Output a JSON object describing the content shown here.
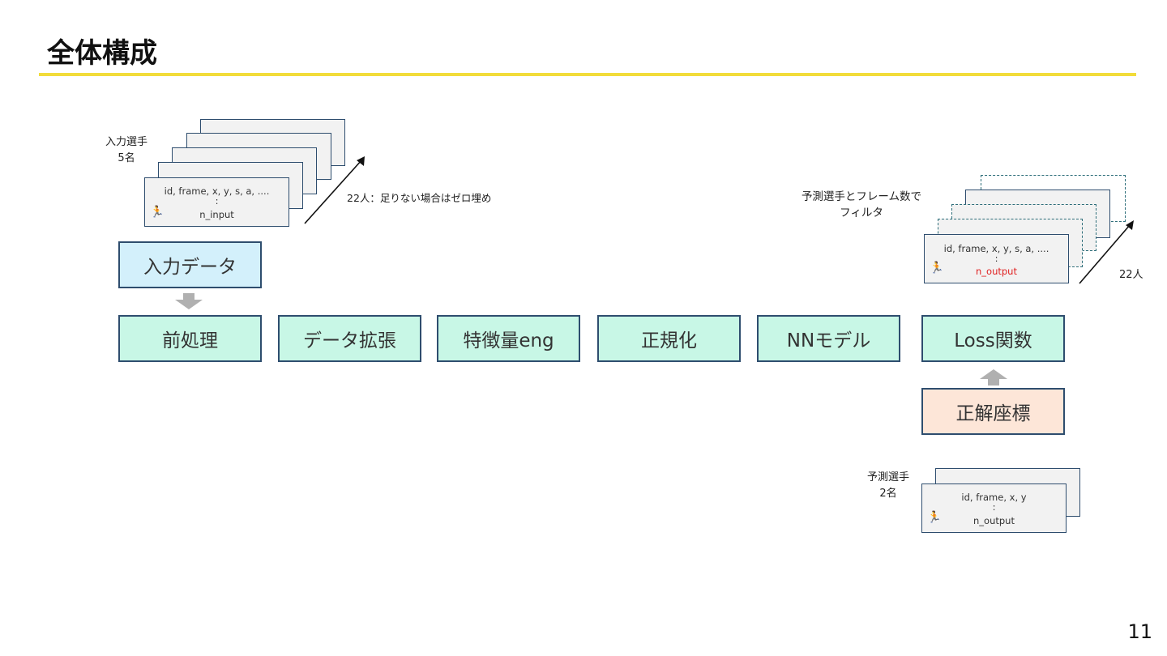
{
  "slide": {
    "title": "全体構成",
    "page_number": "11"
  },
  "pipeline": [
    {
      "label": "前処理"
    },
    {
      "label": "データ拡張"
    },
    {
      "label": "特徴量eng"
    },
    {
      "label": "正規化"
    },
    {
      "label": "NNモデル"
    },
    {
      "label": "Loss関数"
    }
  ],
  "input_data": {
    "box_label": "入力データ",
    "players_label_line1": "入力選手",
    "players_label_line2": "5名",
    "card_line1": "id, frame, x, y, s, a, ....",
    "card_line2": ":",
    "card_line3": "n_input",
    "annotation": "22人：足りない場合はゼロ埋め"
  },
  "output_filter": {
    "label_line1": "予測選手とフレーム数で",
    "label_line2": "フィルタ",
    "card_line1": "id, frame, x, y, s, a, ....",
    "card_line2": ":",
    "card_line3": "n_output",
    "annotation": "22人",
    "highlight_color": "#e02020"
  },
  "ground_truth": {
    "box_label": "正解座標",
    "players_label_line1": "予測選手",
    "players_label_line2": "2名",
    "card_line1": "id, frame, x, y",
    "card_line2": ":",
    "card_line3": "n_output"
  },
  "colors": {
    "title_rule": "#f2dc3a",
    "box_border": "#2e4d6e",
    "pipeline_fill": "#c8f7e6",
    "input_fill": "#d3f0fb",
    "target_fill": "#fde6d8"
  },
  "icons": {
    "player": "runner-icon"
  }
}
